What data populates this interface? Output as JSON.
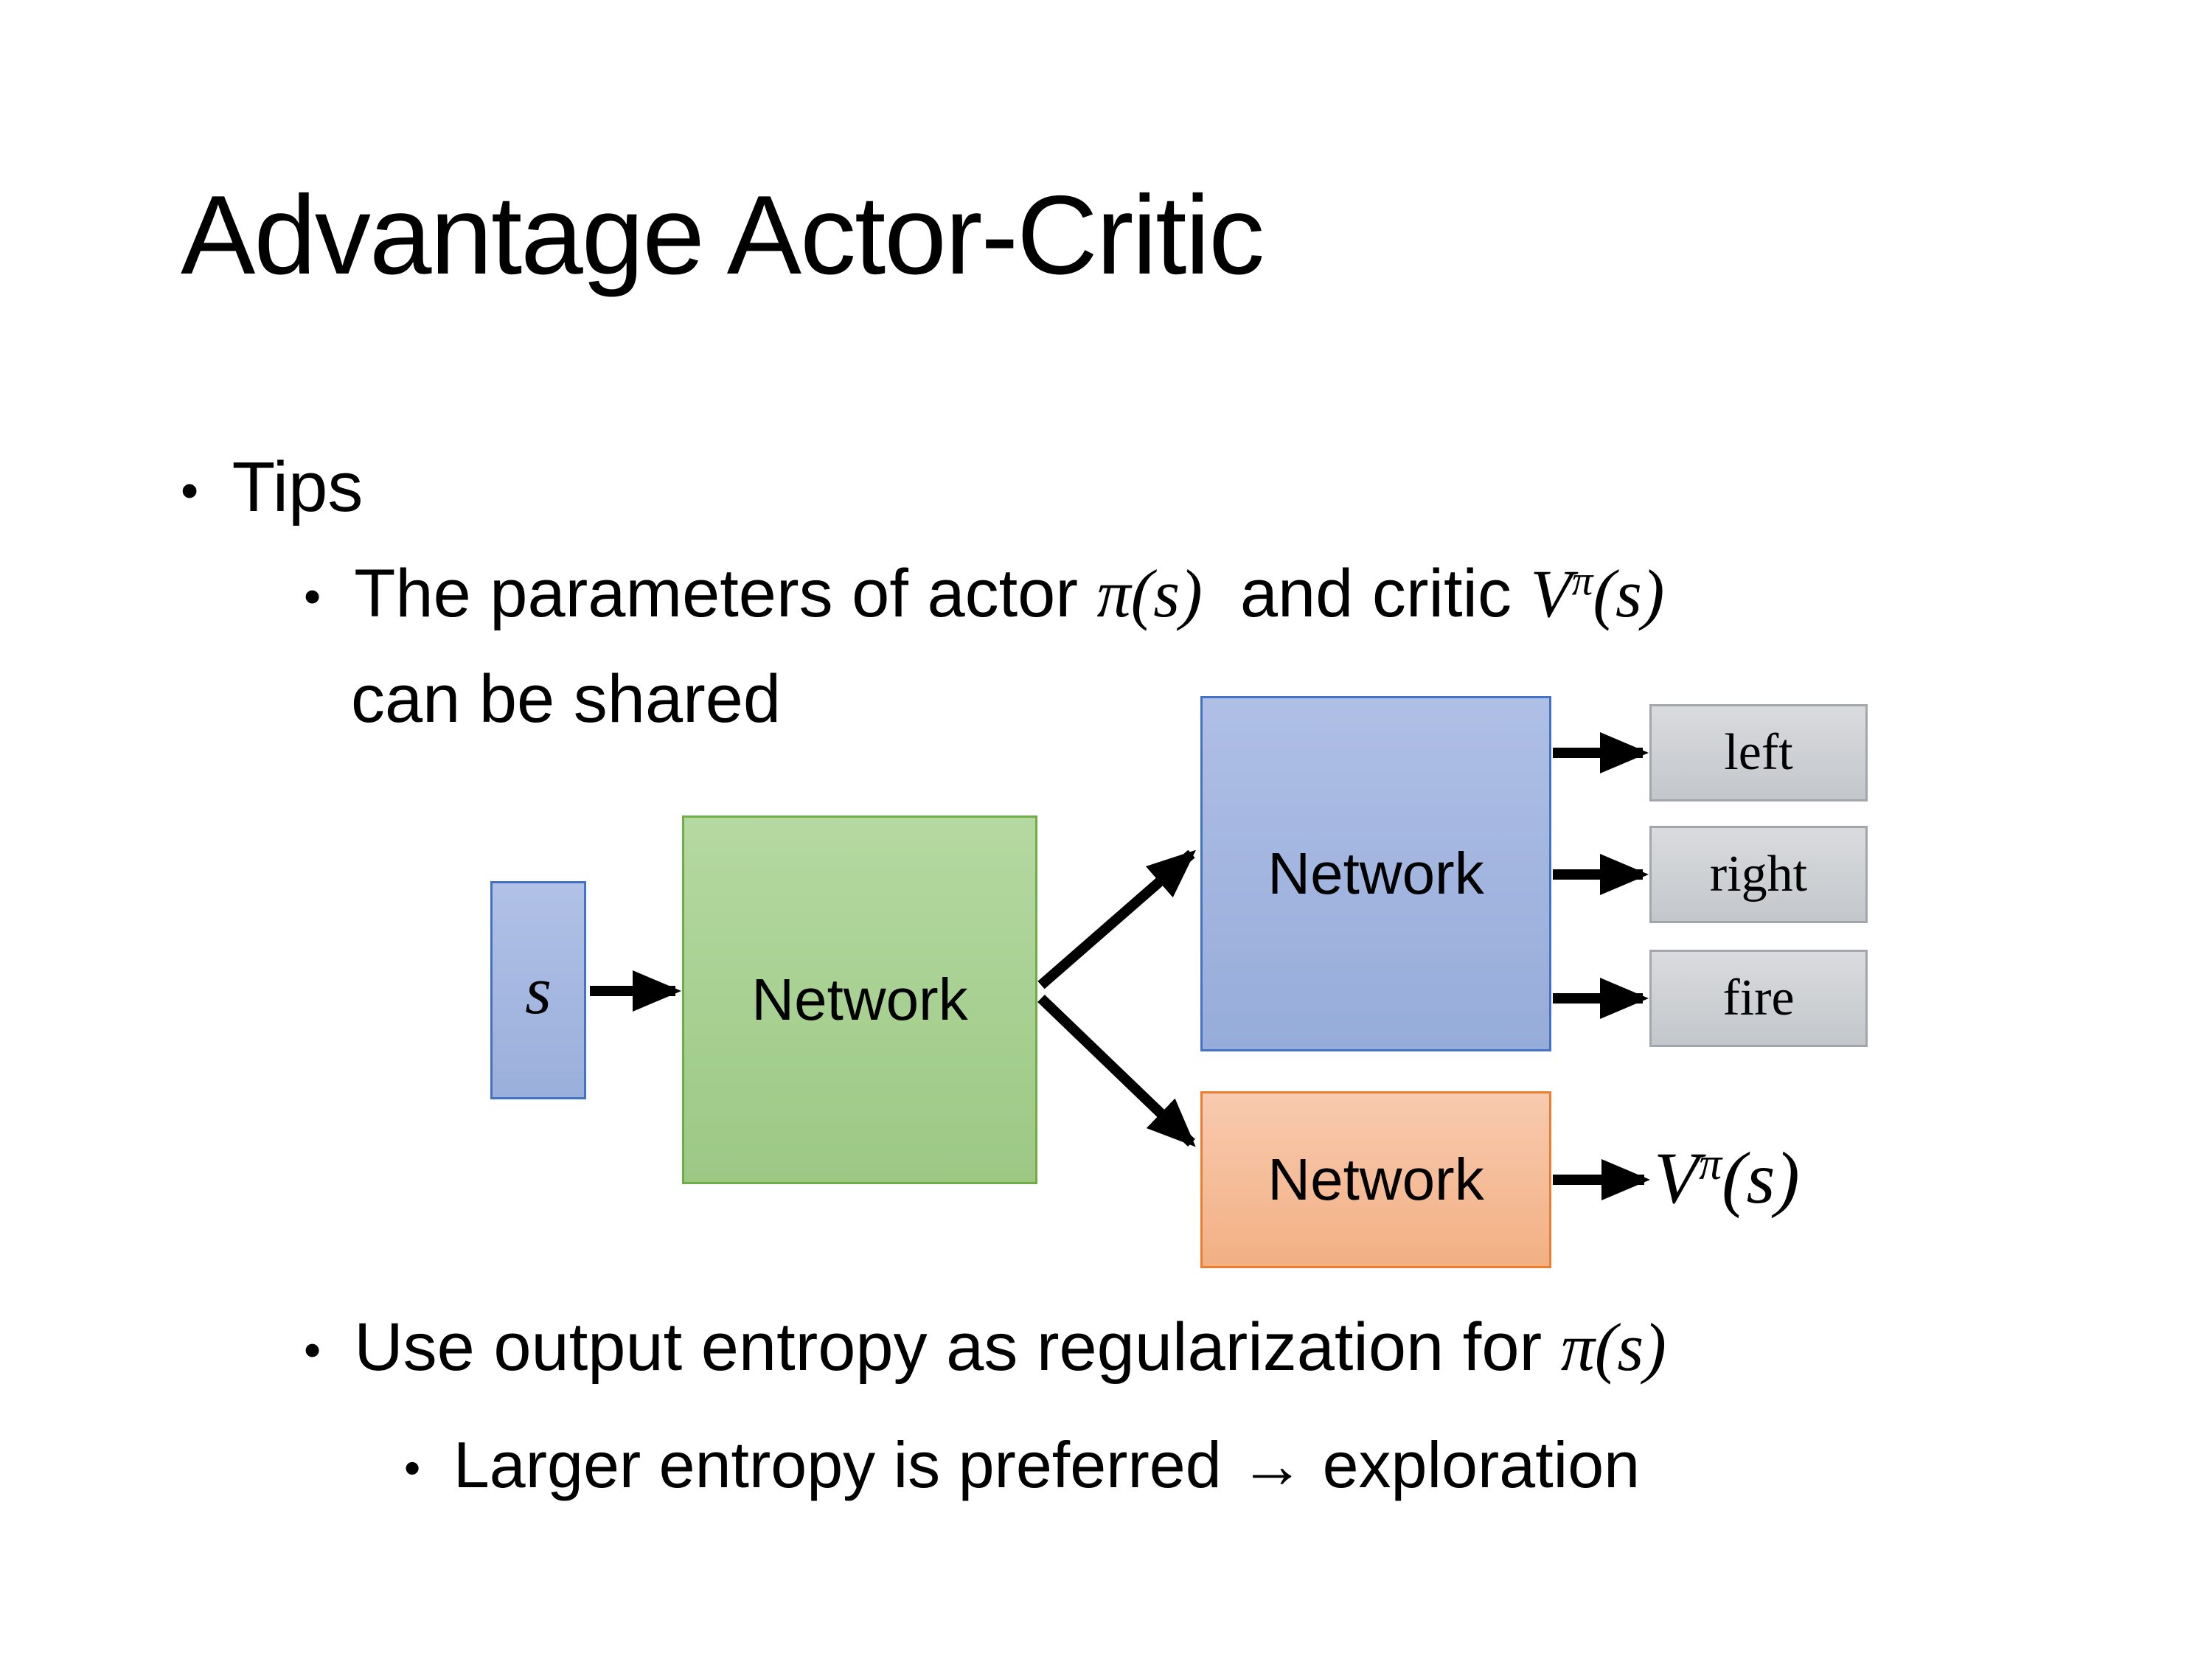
{
  "slide": {
    "title": "Advantage Actor-Critic",
    "bullet_char": "•",
    "bullets": {
      "tips_label": "Tips",
      "bullet1": {
        "line1_prefix": "The parameters of actor ",
        "line1_actor_math": "π(s)",
        "line1_mid": "  and critic ",
        "line1_critic_base": "V",
        "line1_critic_sup": "π",
        "line1_critic_args": "(s)",
        "line2": "can be shared"
      },
      "bullet2": {
        "prefix": "Use output entropy as regularization for ",
        "math": "π(s)"
      },
      "bullet3": {
        "text": "Larger entropy is preferred → exploration"
      }
    },
    "diagram": {
      "state_label": "s",
      "shared_network_label": "Network",
      "actor_network_label": "Network",
      "critic_network_label": "Network",
      "actions": [
        "left",
        "right",
        "fire"
      ],
      "critic_output_base": "V",
      "critic_output_sup": "π",
      "critic_output_args": "(s)"
    },
    "colors": {
      "background": "#FFFFFF",
      "text_color": "#000000",
      "arrow_color": "#000000",
      "state_fill_top": "#B1C1E7",
      "state_fill_bottom": "#9AAFDB",
      "state_border": "#4472C4",
      "shared_fill_top": "#B5D9A1",
      "shared_fill_bottom": "#9CC884",
      "shared_border": "#70AD47",
      "actor_fill_top": "#AFBFE6",
      "actor_fill_bottom": "#96ACD9",
      "actor_border": "#4472C4",
      "critic_fill_top": "#F8CAAF",
      "critic_fill_bottom": "#F2B083",
      "critic_border": "#ED7D31",
      "action_fill_top": "#D9DBDE",
      "action_fill_bottom": "#C3C7CB",
      "action_border": "#A3A7AB"
    }
  }
}
